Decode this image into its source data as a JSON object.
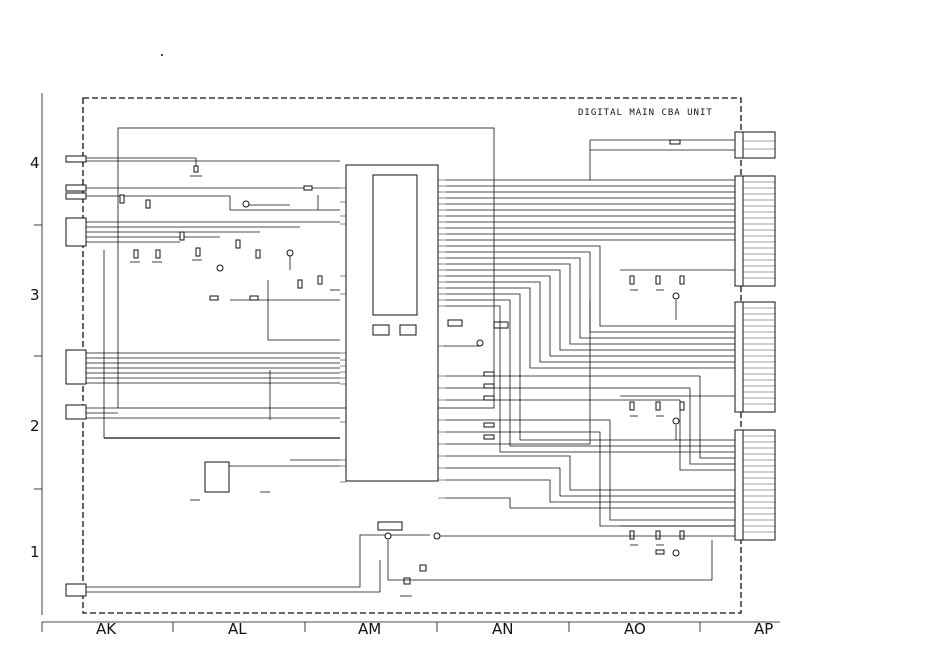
{
  "title": "DIGITAL MAIN CBA UNIT",
  "columns": [
    "AK",
    "AL",
    "AM",
    "AN",
    "AO",
    "AP"
  ],
  "rows": [
    "4",
    "3",
    "2",
    "1"
  ]
}
